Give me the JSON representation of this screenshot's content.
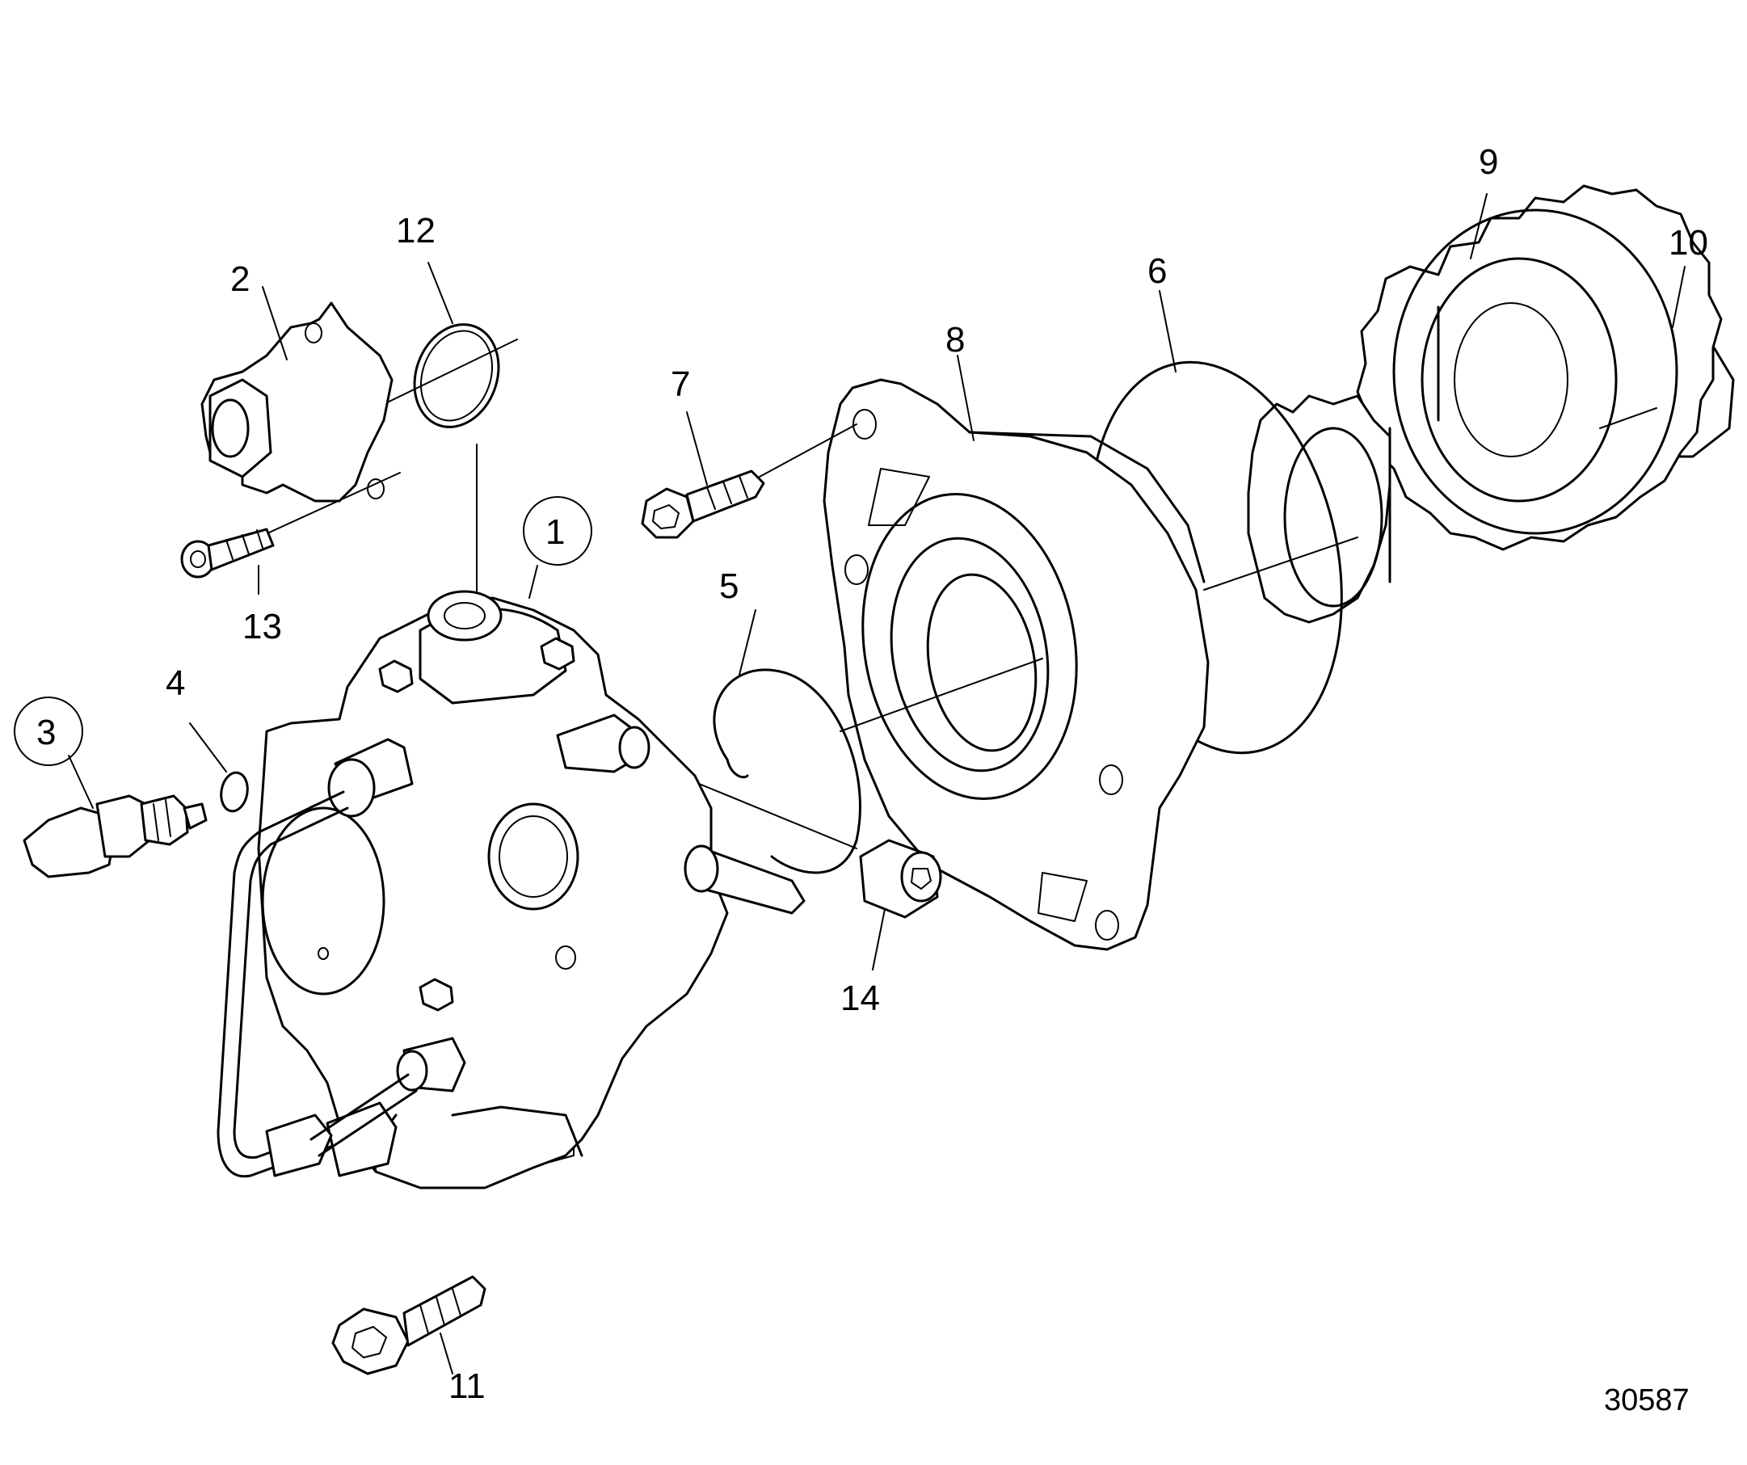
{
  "labels": {
    "l1": "1",
    "l2": "2",
    "l3": "3",
    "l4": "4",
    "l5": "5",
    "l6": "6",
    "l7": "7",
    "l8": "8",
    "l9": "9",
    "l10": "10",
    "l11": "11",
    "l12": "12",
    "l13": "13",
    "l14": "14"
  },
  "reference_number": "30587"
}
